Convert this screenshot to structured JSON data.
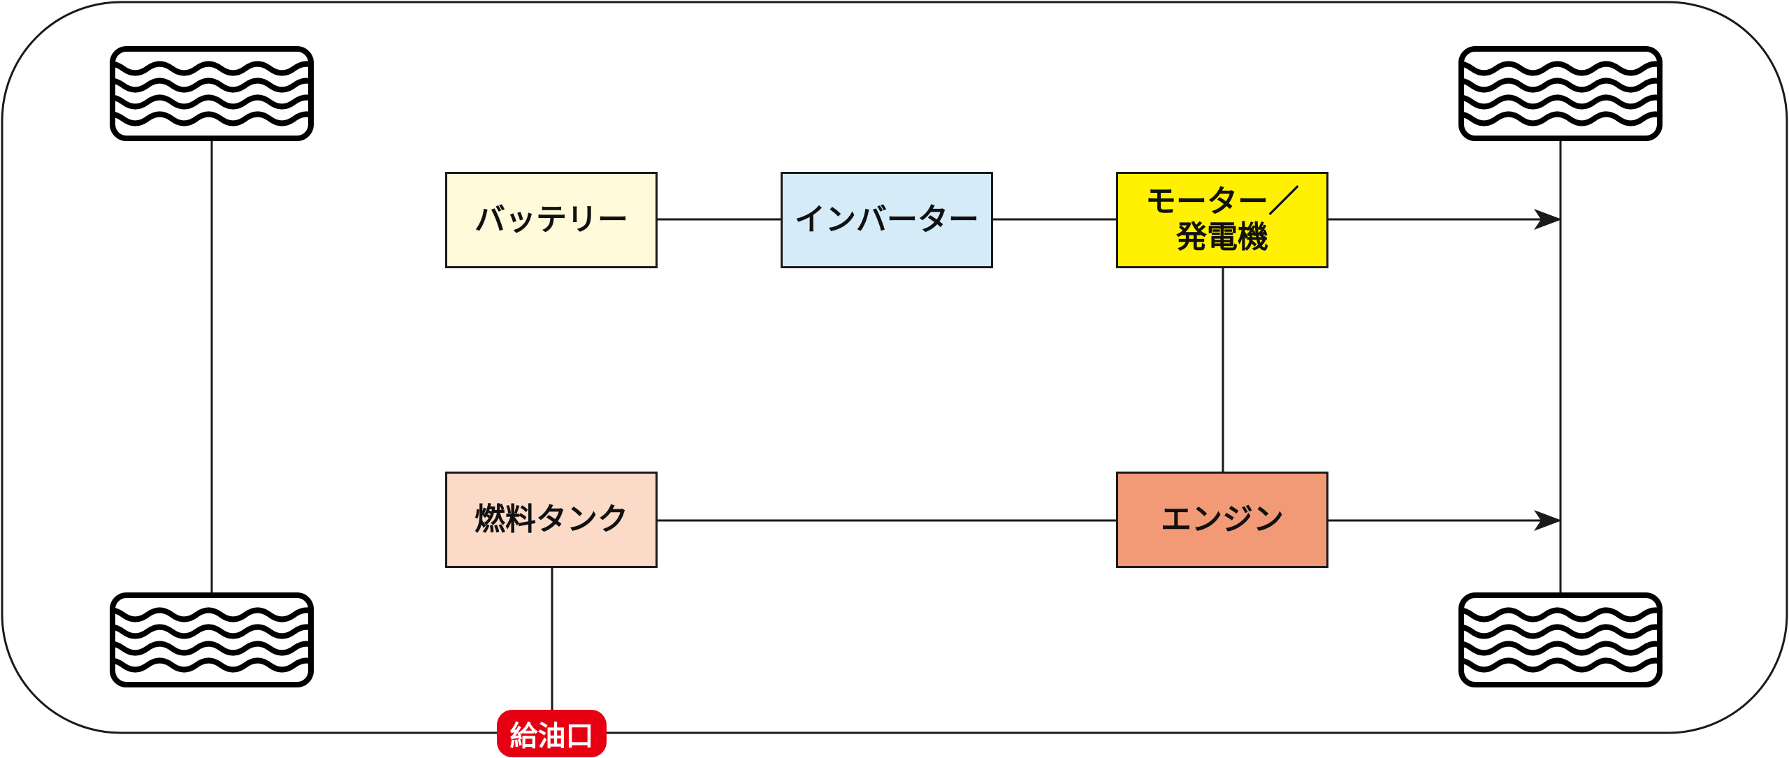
{
  "components": {
    "battery": "バッテリー",
    "inverter": "インバーター",
    "motor_line1": "モーター／",
    "motor_line2": "発電機",
    "fuel_tank": "燃料タンク",
    "engine": "エンジン"
  },
  "fuel_port": "給油口",
  "colors": {
    "battery": "#FFFBDA",
    "inverter": "#D5ECF8",
    "motor": "#FFF100",
    "fuel_tank": "#FBDAC8",
    "engine": "#F29A76",
    "fuel_port": "#E60012",
    "line": "#1a1a1a"
  }
}
